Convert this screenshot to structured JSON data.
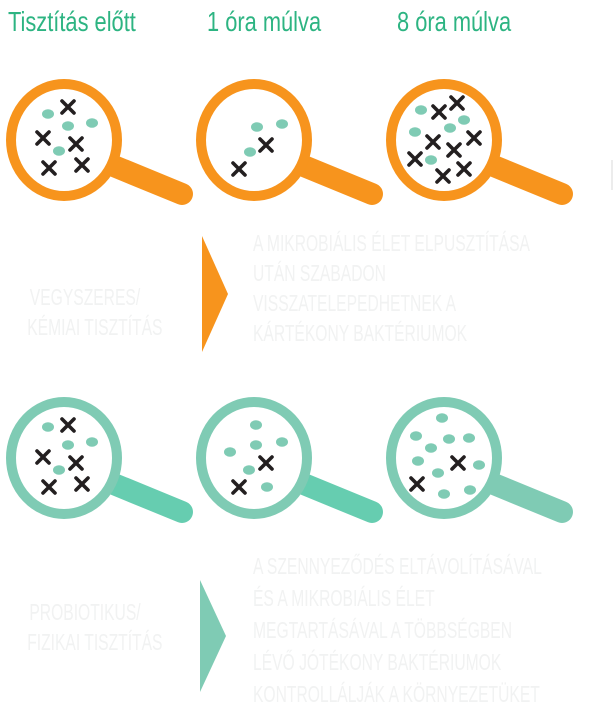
{
  "headers": [
    "Tisztítás előtt",
    "1 óra múlva",
    "8 óra múlva"
  ],
  "colors": {
    "orange": "#F7941D",
    "green_lens": "#7FCBB4",
    "green_handle": "#66CDB0",
    "title_green": "#2DB482",
    "bacteria_bad": "#231F20",
    "bacteria_good": "#7FCBB4",
    "faint_text": "#F1F2F2"
  },
  "rows": [
    {
      "method_lines": [
        "VEGYSZERES/",
        "KÉMIAI TISZTÍTÁS"
      ],
      "result_lines": [
        "A MIKROBIÁLIS ÉLET ELPUSZTÍTÁSA",
        "UTÁN SZABADON",
        "VISSZATELEPEDHETNEK A",
        "KÁRTÉKONY BAKTÉRIUMOK"
      ]
    },
    {
      "method_lines": [
        "PROBIOTIKUS/",
        "FIZIKAI TISZTÍTÁS"
      ],
      "result_lines": [
        "A SZENNYEZŐDÉS ELTÁVOLÍTÁSÁVAL",
        "ÉS A MIKROBIÁLIS ÉLET",
        "MEGTARTÁSÁVAL A TÖBBSÉGBEN",
        "LÉVŐ JÓTÉKONY BAKTÉRIUMOK",
        "KONTROLLÁLJÁK A KÖRNYEZETÜKET"
      ]
    }
  ]
}
